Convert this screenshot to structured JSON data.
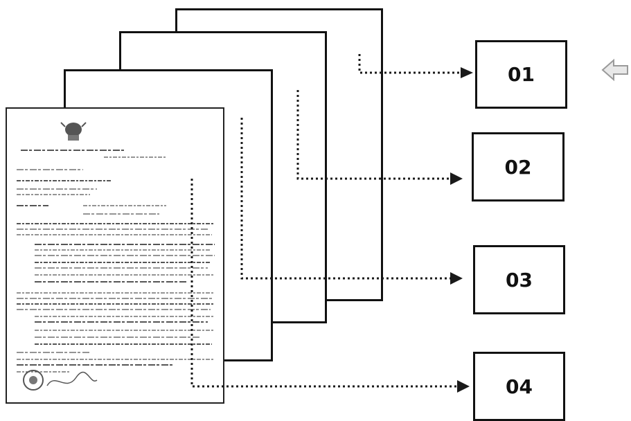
{
  "diagram": {
    "labels": [
      "01",
      "02",
      "03",
      "04"
    ],
    "colors": {
      "stroke": "#111111",
      "dots": "#1a1a1a",
      "doc_text": "#555555",
      "back_arrow": "#9a9a9a"
    },
    "icons": {
      "back_arrow": "left-arrow-icon",
      "crest": "crest-icon",
      "seal": "seal-icon"
    }
  }
}
